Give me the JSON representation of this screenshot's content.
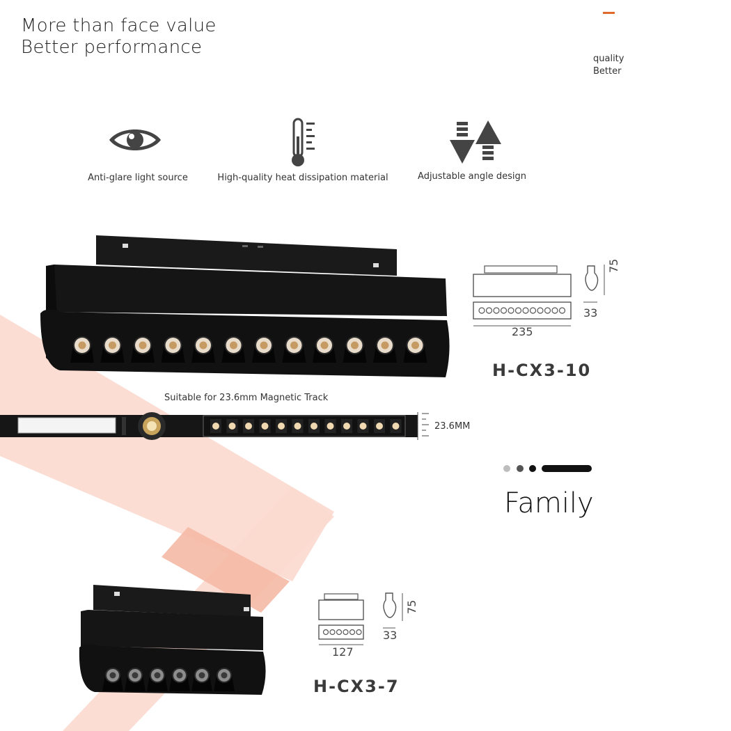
{
  "header": {
    "line1": "More than face value",
    "line2": "Better performance"
  },
  "side_note": {
    "line1": "quality",
    "line2": "Better"
  },
  "features": [
    {
      "icon": "eye-icon",
      "label": "Anti-glare light source"
    },
    {
      "icon": "thermometer-icon",
      "label": "High-quality heat dissipation material"
    },
    {
      "icon": "adjust-arrows-icon",
      "label": "Adjustable angle design"
    }
  ],
  "product_large": {
    "model": "H-CX3-10",
    "length": "235",
    "width": "33",
    "height": "75",
    "led_count": 12
  },
  "track": {
    "caption": "Suitable for 23.6mm Magnetic Track",
    "size": "23.6MM"
  },
  "family": {
    "title": "Family"
  },
  "product_small": {
    "model": "H-CX3-7",
    "length": "127",
    "width": "33",
    "height": "75",
    "led_count": 6
  },
  "colors": {
    "accent": "#e06a2c",
    "band": "#f8cfc4",
    "product": "#141414"
  }
}
